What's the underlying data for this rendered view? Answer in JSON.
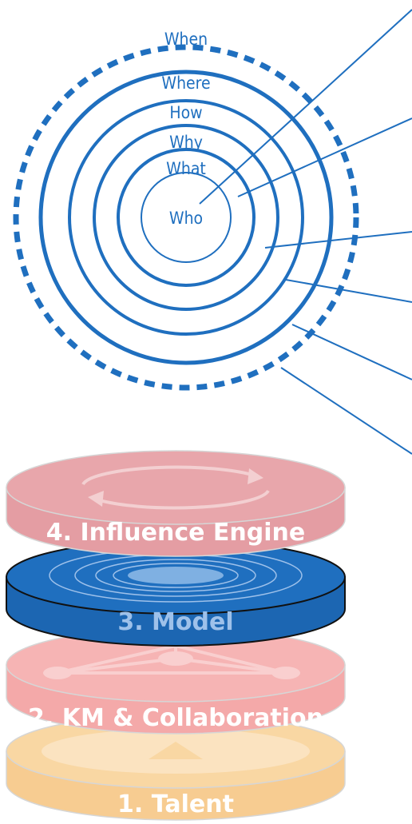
{
  "rings": {
    "labels": [
      "Who",
      "What",
      "Why",
      "How",
      "Where",
      "When"
    ],
    "colors": {
      "stroke": "#1f6fbf",
      "leader": "#1f6fbf",
      "text": "#1f6fbf"
    }
  },
  "layers": [
    {
      "label": "1. Talent",
      "top_color": "#f9d7a3",
      "side_color": "#f7cc91",
      "text_color": "#ffffff"
    },
    {
      "label": "2. KM & Collaboration",
      "top_color": "#f6b4b4",
      "side_color": "#f4a9a9",
      "text_color": "#ffffff"
    },
    {
      "label": "3. Model",
      "top_color": "#1f6fbf",
      "side_color": "#1c66b2",
      "text_color": "#9ec1ea"
    },
    {
      "label": "4. Influence Engine",
      "top_color": "#e8a6ab",
      "side_color": "#e49da3",
      "text_color": "#ffffff"
    }
  ]
}
